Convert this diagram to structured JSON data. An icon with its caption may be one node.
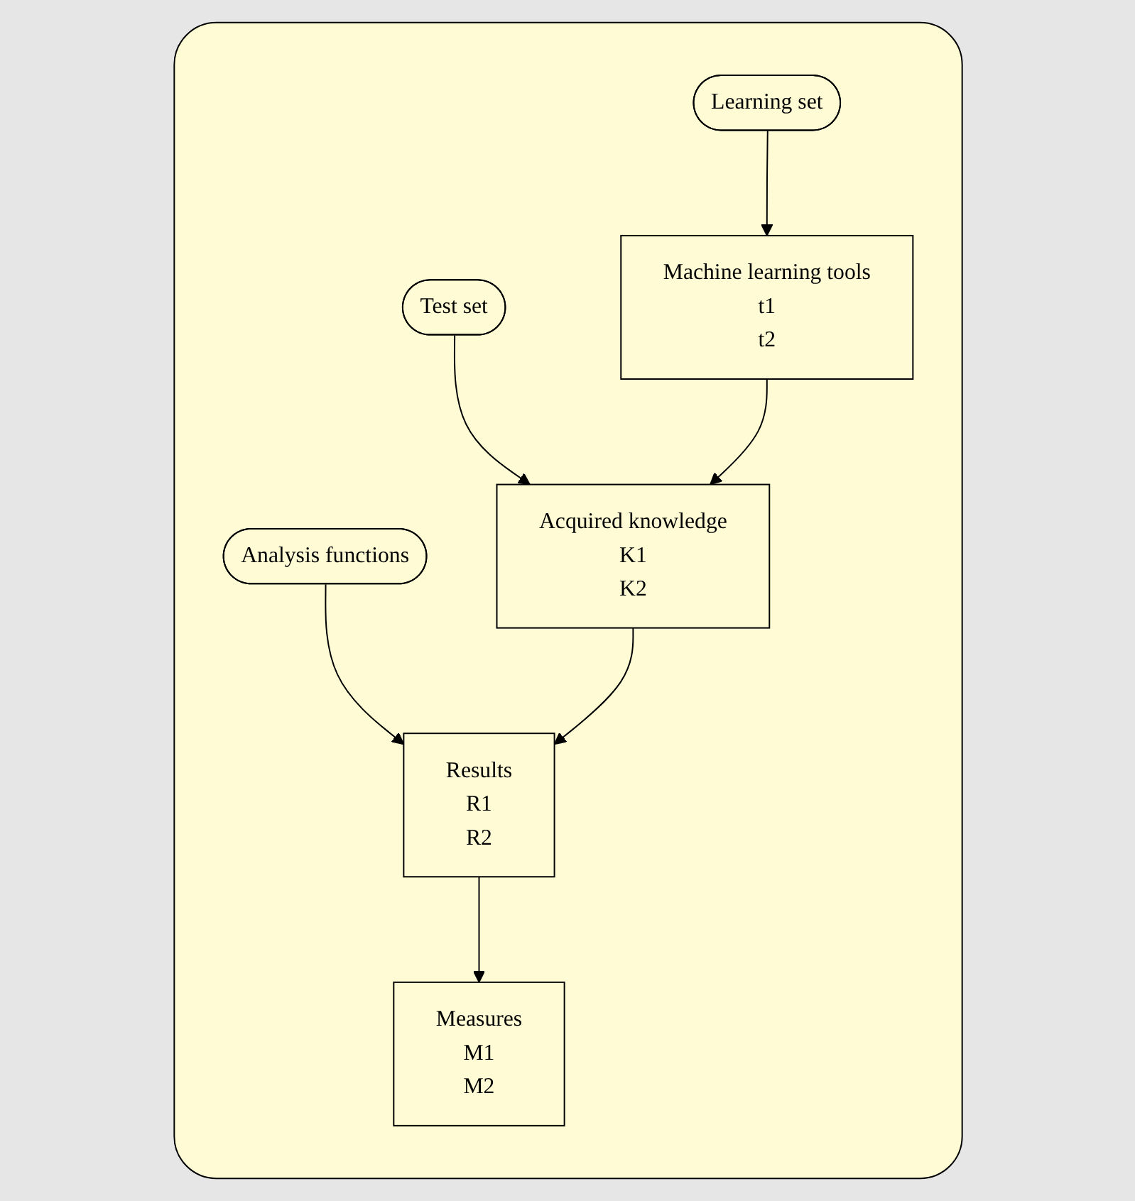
{
  "diagram": {
    "nodes": [
      {
        "text": [],
        "shape": "box"
      },
      {
        "text": [
          "Learning set"
        ],
        "in": 0
      },
      {
        "text": [
          "Machine learning tools",
          "t1",
          "t2"
        ],
        "in": 0
      },
      {
        "text": [
          "Test set"
        ],
        "in": 0
      },
      {
        "text": [
          "Acquired knowledge",
          "K1",
          "K2"
        ],
        "in": 0
      },
      {
        "text": [
          "Analysis functions"
        ],
        "in": 0
      },
      {
        "text": [
          "Results",
          "R1",
          "R2"
        ],
        "in": 0
      },
      {
        "text": [
          "Measures",
          "M1",
          "M2"
        ],
        "in": 0
      }
    ],
    "edges": [
      {
        "from": 1,
        "to": 2,
        "arrow": "to"
      },
      {
        "from": 3,
        "to": 4,
        "arrow": "to"
      },
      {
        "from": 2,
        "to": 4,
        "arrow": "to"
      },
      {
        "from": 5,
        "to": 6,
        "arrow": "to"
      },
      {
        "from": 4,
        "to": 6,
        "arrow": "to"
      },
      {
        "from": 6,
        "to": 7,
        "arrow": "to"
      }
    ]
  }
}
